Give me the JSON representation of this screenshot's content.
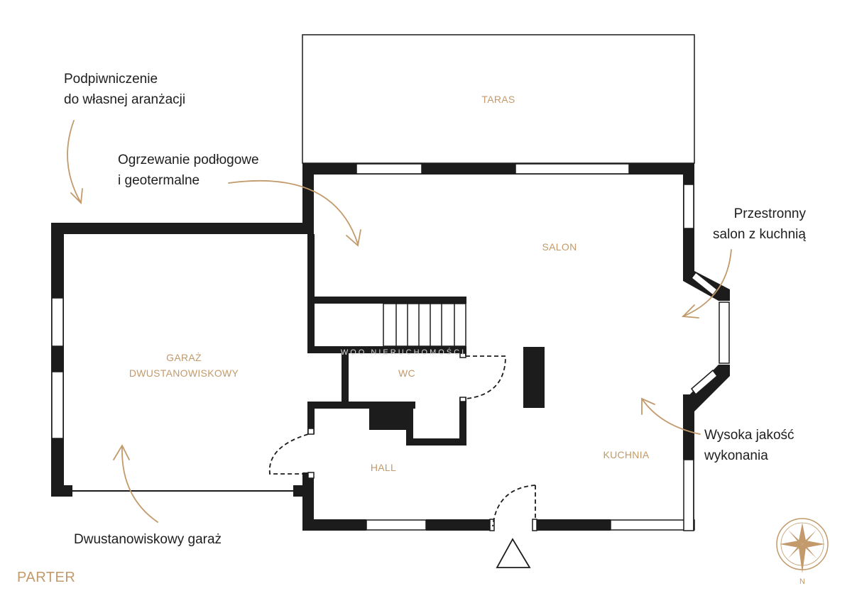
{
  "rooms": {
    "taras": "TARAS",
    "salon": "SALON",
    "garaz_line1": "GARAŻ",
    "garaz_line2": "DWUSTANOWISKOWY",
    "wc": "WC",
    "hall": "HALL",
    "kuchnia": "KUCHNIA"
  },
  "annotations": {
    "basement": [
      "Podpiwniczenie",
      "do własnej aranżacji"
    ],
    "heating": [
      "Ogrzewanie podłogowe",
      "i geotermalne"
    ],
    "salon": [
      "Przestronny",
      "salon z kuchnią"
    ],
    "quality": [
      "Wysoka jakość",
      "wykonania"
    ],
    "garage": [
      "Dwustanowiskowy garaż"
    ]
  },
  "floor_label": "PARTER",
  "compass_label": "N",
  "watermark": "WOO NIERUCHOMOŚCI",
  "colors": {
    "wall": "#1c1c1c",
    "accent": "#c29a6b",
    "text": "#1e1e1e"
  }
}
